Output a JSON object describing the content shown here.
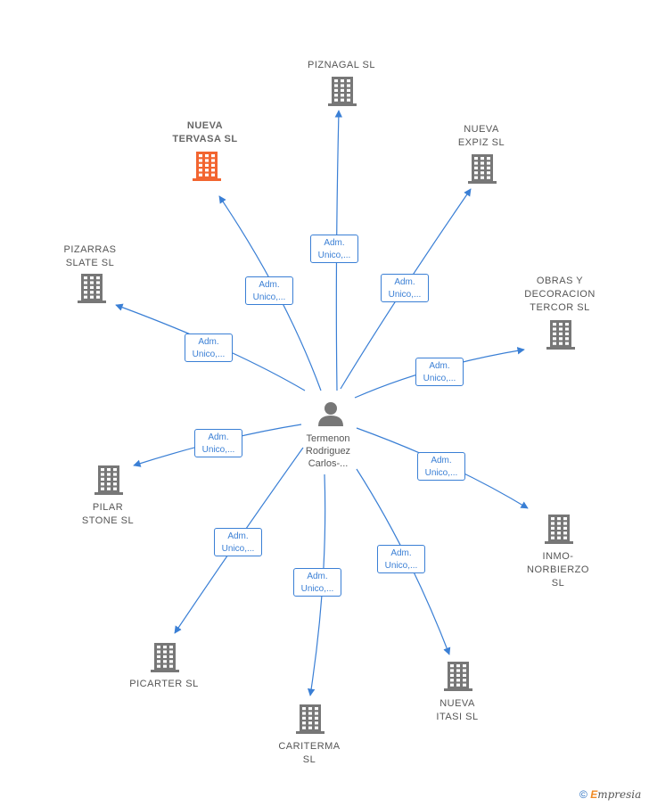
{
  "center": {
    "name_lines": [
      "Termenon",
      "Rodriguez",
      "Carlos-..."
    ]
  },
  "companies": [
    {
      "id": "piznagal",
      "lines": [
        "PIZNAGAL  SL"
      ],
      "highlight": false
    },
    {
      "id": "nueva-tervasa",
      "lines": [
        "NUEVA",
        "TERVASA  SL"
      ],
      "highlight": true
    },
    {
      "id": "nueva-expiz",
      "lines": [
        "NUEVA",
        "EXPIZ  SL"
      ],
      "highlight": false
    },
    {
      "id": "pizarras-slate",
      "lines": [
        "PIZARRAS",
        "SLATE SL"
      ],
      "highlight": false
    },
    {
      "id": "obras-decoracion",
      "lines": [
        "OBRAS Y",
        "DECORACION",
        "TERCOR  SL"
      ],
      "highlight": false
    },
    {
      "id": "pilar-stone",
      "lines": [
        "PILAR",
        "STONE  SL"
      ],
      "highlight": false
    },
    {
      "id": "inmo-norbierzo",
      "lines": [
        "INMO-",
        "NORBIERZO",
        "SL"
      ],
      "highlight": false
    },
    {
      "id": "picarter",
      "lines": [
        "PICARTER  SL"
      ],
      "highlight": false
    },
    {
      "id": "cariterma",
      "lines": [
        "CARITERMA",
        "SL"
      ],
      "highlight": false
    },
    {
      "id": "nueva-itasi",
      "lines": [
        "NUEVA",
        "ITASI  SL"
      ],
      "highlight": false
    }
  ],
  "roles": [
    {
      "lines": [
        "Adm.",
        "Unico,..."
      ]
    },
    {
      "lines": [
        "Adm.",
        "Unico,..."
      ]
    },
    {
      "lines": [
        "Adm.",
        "Unico,..."
      ]
    },
    {
      "lines": [
        "Adm.",
        "Unico,..."
      ]
    },
    {
      "lines": [
        "Adm.",
        "Unico,..."
      ]
    },
    {
      "lines": [
        "Adm.",
        "Unico,..."
      ]
    },
    {
      "lines": [
        "Adm.",
        "Unico,..."
      ]
    },
    {
      "lines": [
        "Adm.",
        "Unico,..."
      ]
    },
    {
      "lines": [
        "Adm.",
        "Unico,..."
      ]
    },
    {
      "lines": [
        "Adm.",
        "Unico,..."
      ]
    }
  ],
  "colors": {
    "edge": "#3a7fd5",
    "building": "#777777",
    "building_highlight": "#f26530",
    "person": "#777777"
  },
  "footer": {
    "copyright": "©",
    "brand_initial": "E",
    "brand_rest": "mpresia"
  }
}
